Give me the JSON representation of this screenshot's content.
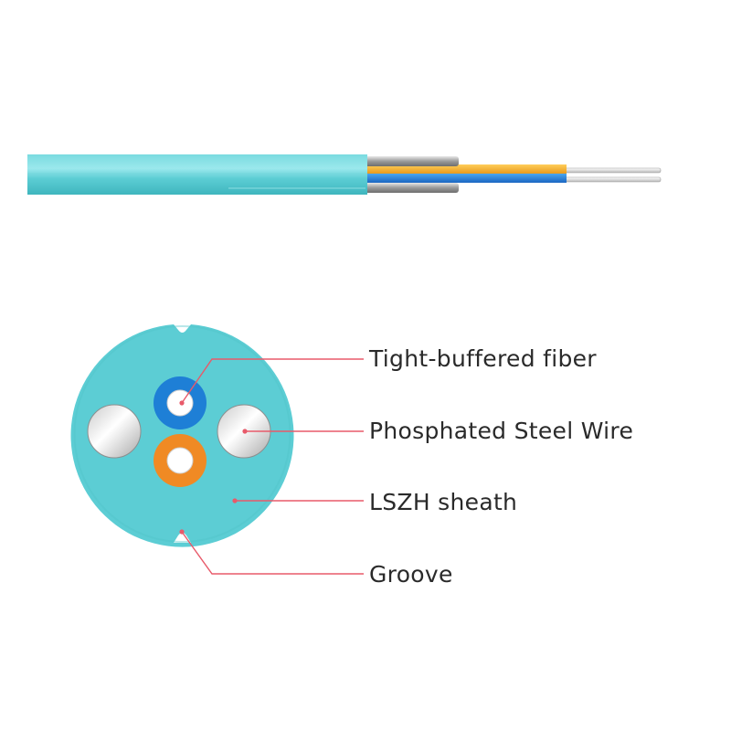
{
  "colors": {
    "sheath": "#5ccdd4",
    "sheath_light": "#8ee3e8",
    "sheath_dark": "#3fb6be",
    "fiber_blue": "#1e7fd6",
    "fiber_orange": "#f08a24",
    "steel_wire": "#d9d9d9",
    "leader_line": "#e85a6a",
    "label_text": "#2a2a2a"
  },
  "callouts": [
    {
      "id": "tight-buffered-fiber",
      "label": "Tight-buffered fiber"
    },
    {
      "id": "phosphated-steel-wire",
      "label": "Phosphated Steel Wire"
    },
    {
      "id": "lszh-sheath",
      "label": "LSZH sheath"
    },
    {
      "id": "groove",
      "label": "Groove"
    }
  ]
}
